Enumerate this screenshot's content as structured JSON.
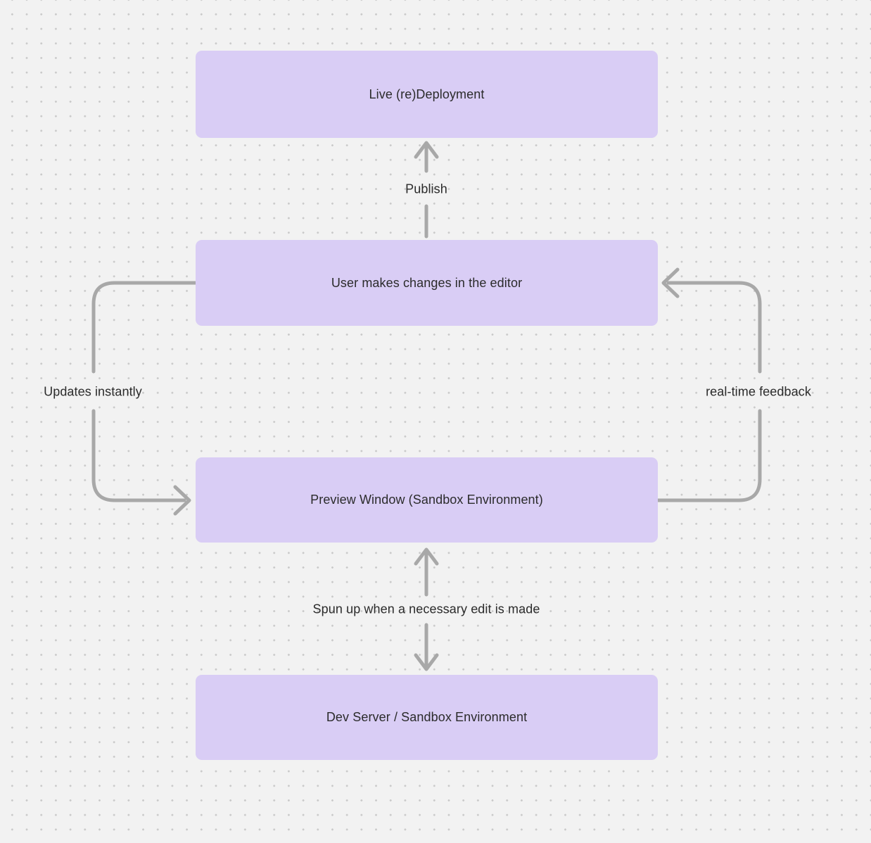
{
  "diagram": {
    "nodes": [
      {
        "id": "live-redeployment",
        "label": "Live (re)Deployment"
      },
      {
        "id": "editor-changes",
        "label": "User makes changes in the editor"
      },
      {
        "id": "preview-window",
        "label": "Preview Window (Sandbox Environment)"
      },
      {
        "id": "dev-server",
        "label": "Dev Server / Sandbox Environment"
      }
    ],
    "edges": [
      {
        "id": "publish",
        "label": "Publish",
        "from": "editor-changes",
        "to": "live-redeployment",
        "direction": "up"
      },
      {
        "id": "updates-instantly",
        "label": "Updates instantly",
        "from": "editor-changes",
        "to": "preview-window",
        "direction": "down-left-loop"
      },
      {
        "id": "real-time-feedback",
        "label": "real-time feedback",
        "from": "preview-window",
        "to": "editor-changes",
        "direction": "up-right-loop"
      },
      {
        "id": "spun-up",
        "label": "Spun up when a necessary edit is made",
        "from": "dev-server",
        "to": "preview-window",
        "direction": "bidirectional"
      }
    ],
    "colors": {
      "background": "#f2f2f2",
      "dot": "#c9c9c9",
      "node_fill": "#d9cdf5",
      "arrow": "#a8a8a8",
      "text": "#2b2b2b"
    }
  }
}
